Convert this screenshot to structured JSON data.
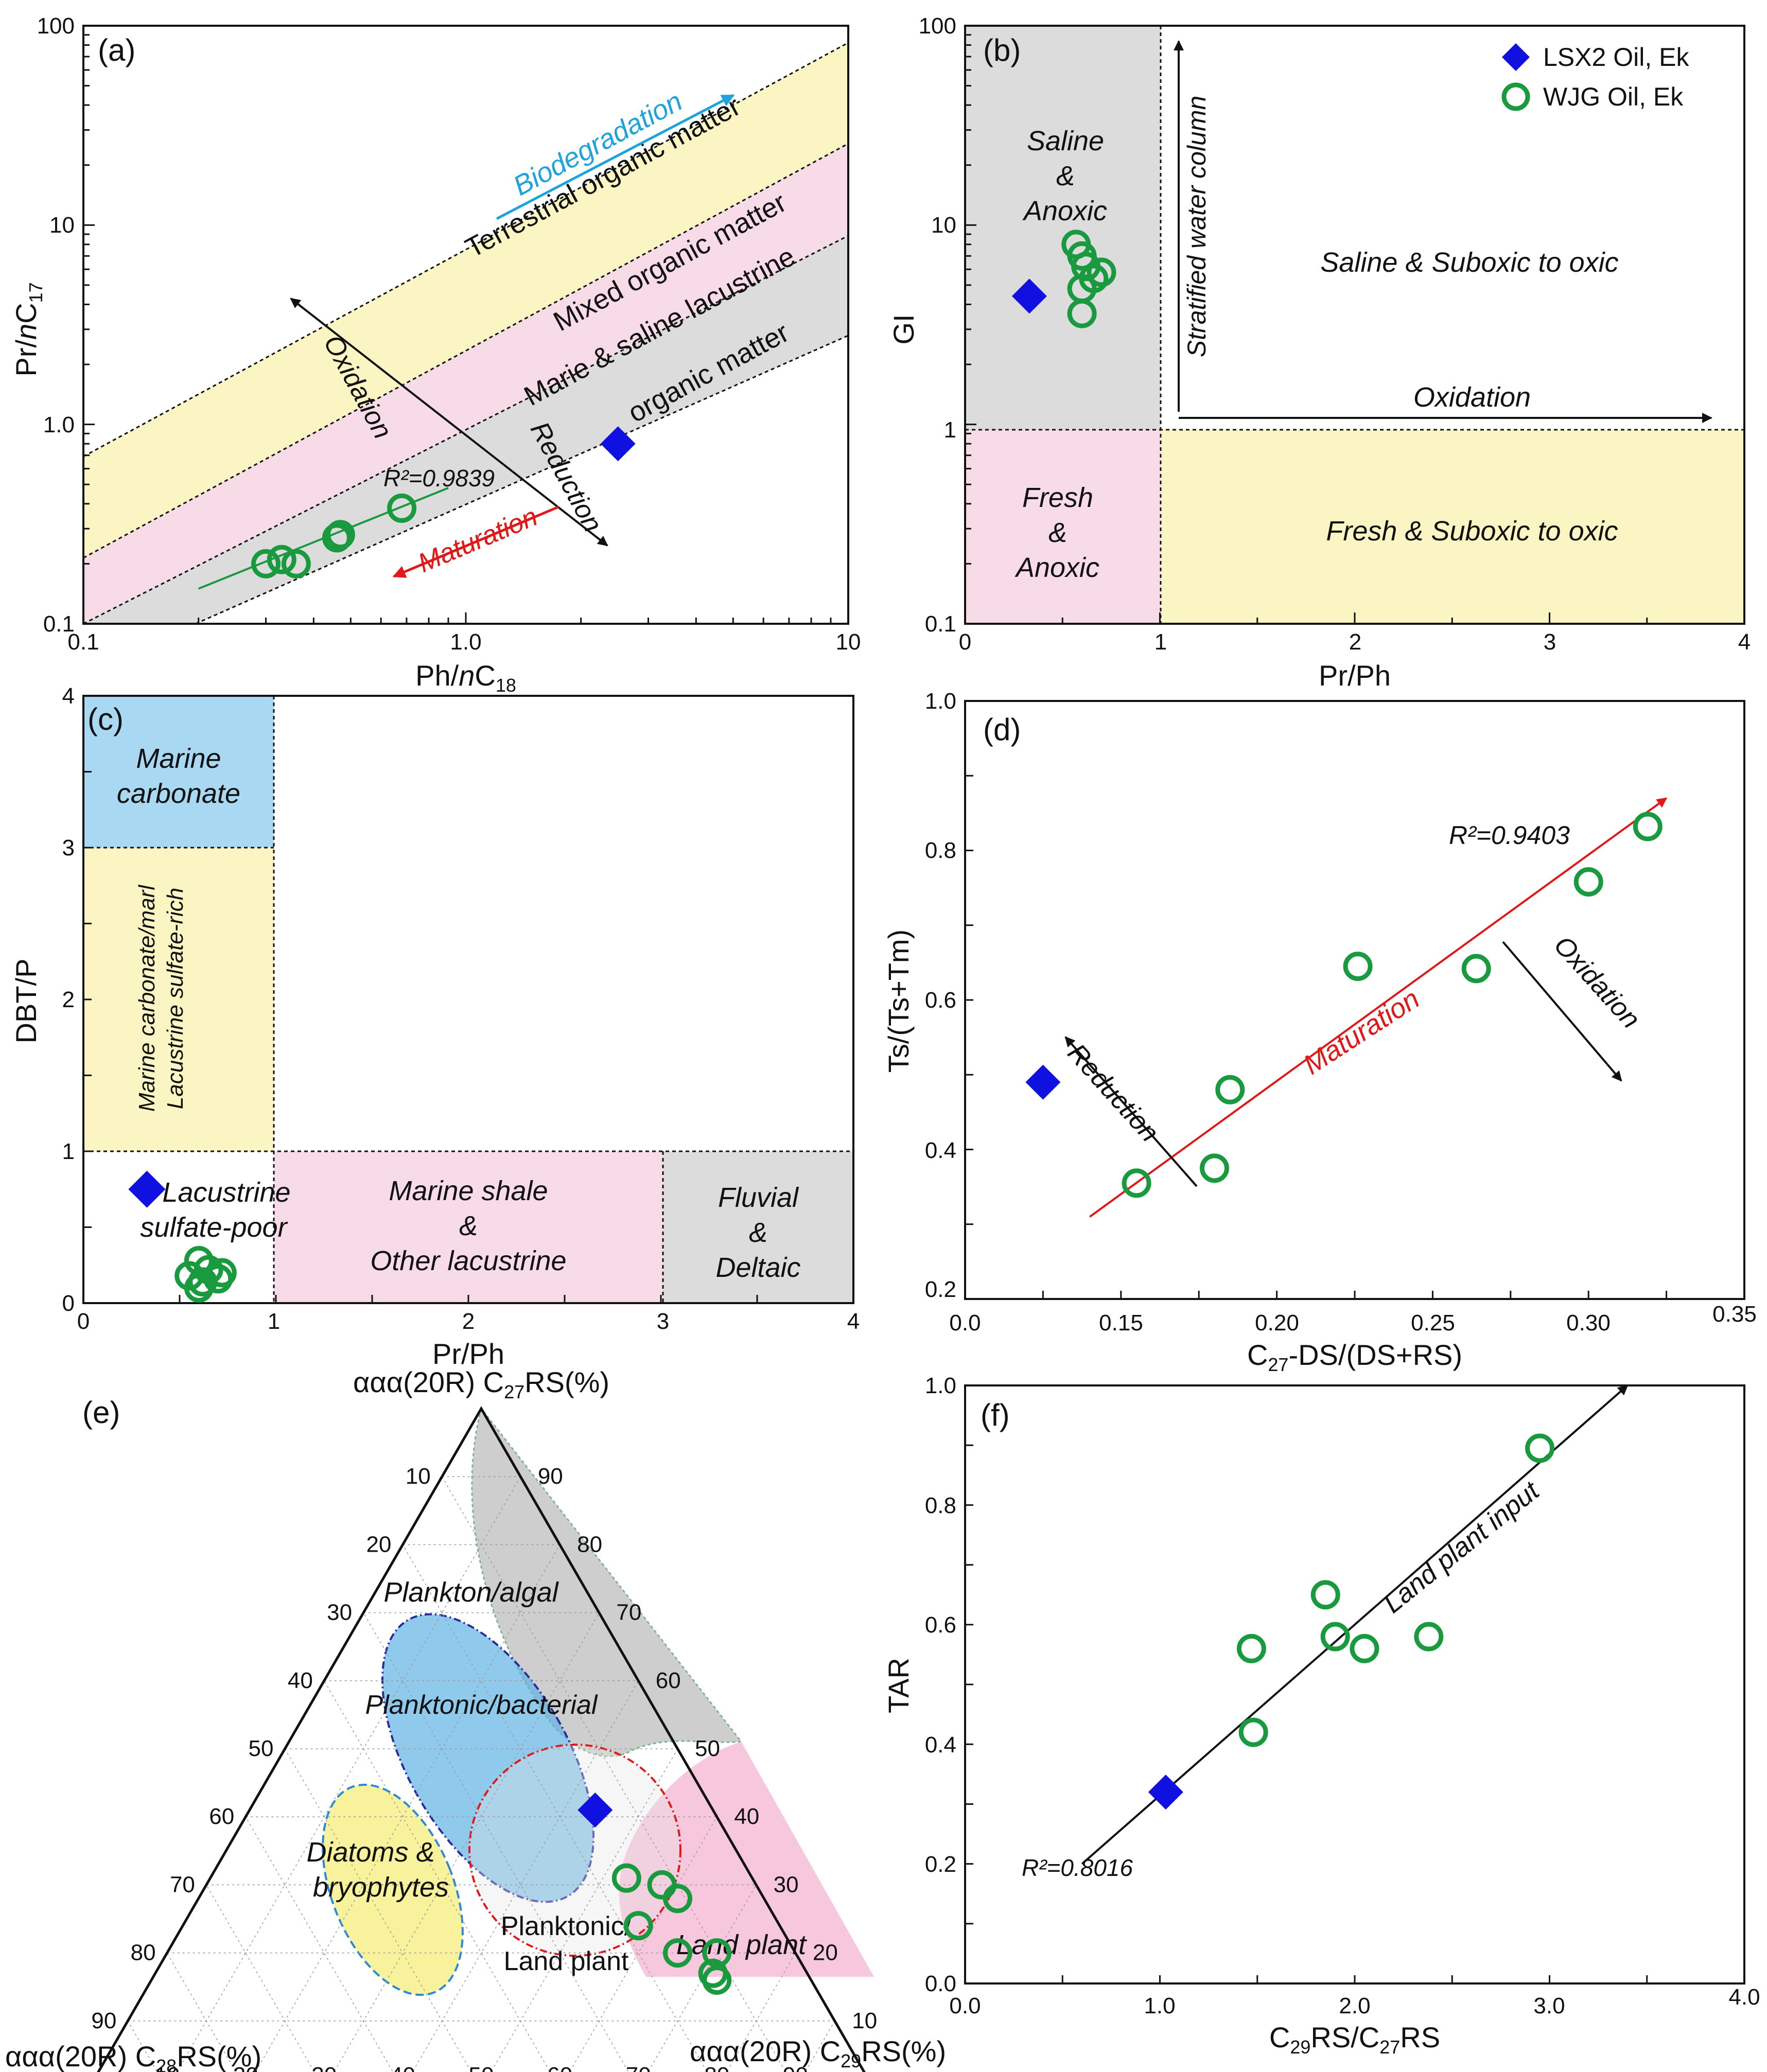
{
  "colors": {
    "yellow": "#fbf5c4",
    "pink": "#f7dbe6",
    "gray": "#dcdcdc",
    "blue": "#a9d8f2",
    "lsx2": "#1010e0",
    "wjg": "#1a9a3e",
    "biodeg": "#1fa3dd",
    "maturation": "#e01818"
  },
  "legend": {
    "lsx2": "LSX2 Oil, Ek",
    "wjg": "WJG Oil, Ek"
  },
  "panels": {
    "a": {
      "tag": "(a)",
      "xlabel": "Ph/nC18",
      "ylabel": "Pr/nC17",
      "r2": "R²=0.9839",
      "zones": {
        "terrestrial": "Terrestrial organic matter",
        "mixed": "Mixed organic matter",
        "marine1": "Marie & saline lacustrine",
        "marine2": "organic matter"
      },
      "arrows": {
        "biodegradation": "Biodegradation",
        "oxidation": "Oxidation",
        "reduction": "Reduction",
        "maturation": "Maturation"
      }
    },
    "b": {
      "tag": "(b)",
      "xlabel": "Pr/Ph",
      "ylabel": "GI",
      "zones": {
        "saline_anoxic": [
          "Saline",
          "&",
          "Anoxic"
        ],
        "saline_suboxic": "Saline & Suboxic to oxic",
        "fresh_anoxic": [
          "Fresh",
          "&",
          "Anoxic"
        ],
        "fresh_suboxic": "Fresh & Suboxic to oxic"
      },
      "arrows": {
        "stratified": "Stratified water column",
        "oxidation": "Oxidation"
      }
    },
    "c": {
      "tag": "(c)",
      "xlabel": "Pr/Ph",
      "ylabel": "DBT/P",
      "zones": {
        "marine_carbonate": [
          "Marine",
          "carbonate"
        ],
        "marl": [
          "Marine carbonate/marl",
          "Lacustrine sulfate-rich"
        ],
        "lacustrine_poor": [
          "Lacustrine",
          "sulfate-poor"
        ],
        "marine_shale": [
          "Marine shale",
          "&",
          "Other lacustrine"
        ],
        "fluvial": [
          "Fluvial",
          "&",
          "Deltaic"
        ]
      }
    },
    "d": {
      "tag": "(d)",
      "xlabel": "C27-DS/(DS+RS)",
      "ylabel": "Ts/(Ts+Tm)",
      "r2": "R²=0.9403",
      "arrows": {
        "maturation": "Maturation",
        "reduction": "Reduction",
        "oxidation": "Oxidation"
      }
    },
    "e": {
      "tag": "(e)",
      "apex_label": "ααα(20R) C27RS(%)",
      "left_label": "ααα(20R) C28RS(%)",
      "right_label": "ααα(20R) C29RS(%)",
      "zones": {
        "plankton_algal": "Plankton/algal",
        "planktonic_bacterial": "Planktonic/bacterial",
        "diatoms": [
          "Diatoms &",
          "bryophytes"
        ],
        "planktonic_land": [
          "Planktonic/",
          "Land plant"
        ],
        "land_plant": "Land plant"
      }
    },
    "f": {
      "tag": "(f)",
      "xlabel": "C29RS/C27RS",
      "ylabel": "TAR",
      "r2": "R²=0.8016",
      "arrows": {
        "land_plant_input": "Land plant input"
      }
    }
  },
  "chart_data": [
    {
      "panel": "a",
      "type": "scatter",
      "xscale": "log",
      "yscale": "log",
      "xlim": [
        0.1,
        10
      ],
      "ylim": [
        0.1,
        100
      ],
      "xticks": [
        "0.1",
        "1.0",
        "10"
      ],
      "yticks": [
        "0.1",
        "1.0",
        "10",
        "100"
      ],
      "series": [
        {
          "name": "LSX2 Oil, Ek",
          "points": [
            [
              2.5,
              0.8
            ]
          ]
        },
        {
          "name": "WJG Oil, Ek",
          "points": [
            [
              0.3,
              0.2
            ],
            [
              0.33,
              0.21
            ],
            [
              0.36,
              0.2
            ],
            [
              0.46,
              0.27
            ],
            [
              0.47,
              0.28
            ],
            [
              0.68,
              0.38
            ]
          ]
        }
      ],
      "trendline": [
        [
          0.2,
          0.15
        ],
        [
          0.9,
          0.48
        ]
      ]
    },
    {
      "panel": "b",
      "type": "scatter",
      "yscale": "log",
      "xlim": [
        0,
        4
      ],
      "ylim": [
        0.1,
        100
      ],
      "xticks": [
        "0",
        "1",
        "2",
        "3",
        "4"
      ],
      "yticks": [
        "0.1",
        "1",
        "10",
        "100"
      ],
      "series": [
        {
          "name": "LSX2 Oil, Ek",
          "points": [
            [
              0.33,
              4.4
            ]
          ]
        },
        {
          "name": "WJG Oil, Ek",
          "points": [
            [
              0.57,
              8.0
            ],
            [
              0.6,
              7.0
            ],
            [
              0.62,
              6.2
            ],
            [
              0.66,
              5.4
            ],
            [
              0.7,
              5.8
            ],
            [
              0.6,
              4.8
            ],
            [
              0.6,
              3.6
            ]
          ]
        }
      ]
    },
    {
      "panel": "c",
      "type": "scatter",
      "xlim": [
        0,
        4
      ],
      "ylim": [
        0,
        4
      ],
      "xticks": [
        "0",
        "1",
        "2",
        "3",
        "4"
      ],
      "yticks": [
        "0",
        "1",
        "2",
        "3",
        "4"
      ],
      "series": [
        {
          "name": "LSX2 Oil, Ek",
          "points": [
            [
              0.33,
              0.75
            ]
          ]
        },
        {
          "name": "WJG Oil, Ek",
          "points": [
            [
              0.55,
              0.18
            ],
            [
              0.6,
              0.28
            ],
            [
              0.65,
              0.22
            ],
            [
              0.72,
              0.2
            ],
            [
              0.6,
              0.1
            ],
            [
              0.7,
              0.16
            ],
            [
              0.62,
              0.14
            ]
          ]
        }
      ]
    },
    {
      "panel": "d",
      "type": "scatter",
      "xlim": [
        0.1,
        0.35
      ],
      "ylim": [
        0.2,
        1.0
      ],
      "xticks": [
        "0.0",
        "0.15",
        "0.20",
        "0.25",
        "0.30",
        "0.35"
      ],
      "yticks": [
        "0.2",
        "0.4",
        "0.6",
        "0.8",
        "1.0"
      ],
      "series": [
        {
          "name": "LSX2 Oil, Ek",
          "points": [
            [
              0.125,
              0.49
            ]
          ]
        },
        {
          "name": "WJG Oil, Ek",
          "points": [
            [
              0.155,
              0.355
            ],
            [
              0.18,
              0.375
            ],
            [
              0.185,
              0.48
            ],
            [
              0.226,
              0.645
            ],
            [
              0.264,
              0.642
            ],
            [
              0.3,
              0.758
            ],
            [
              0.319,
              0.832
            ]
          ]
        }
      ],
      "trendline": [
        [
          0.14,
          0.31
        ],
        [
          0.325,
          0.87
        ]
      ]
    },
    {
      "panel": "e",
      "type": "ternary",
      "axes": [
        "C27RS(%)",
        "C28RS(%)",
        "C29RS(%)"
      ],
      "ticks": [
        "10",
        "20",
        "30",
        "40",
        "50",
        "60",
        "70",
        "80",
        "90"
      ],
      "series": [
        {
          "name": "LSX2 Oil, Ek",
          "points": [
            [
              41,
              15,
              44
            ]
          ]
        },
        {
          "name": "WJG Oil, Ek",
          "points": [
            [
              31,
              16,
              53
            ],
            [
              30,
              12,
              58
            ],
            [
              28,
              11,
              61
            ],
            [
              24,
              18,
              58
            ],
            [
              20,
              15,
              65
            ],
            [
              20,
              10,
              70
            ],
            [
              17,
              12,
              71
            ],
            [
              16,
              12,
              72
            ]
          ]
        }
      ]
    },
    {
      "panel": "f",
      "type": "scatter",
      "xlim": [
        0,
        4.0
      ],
      "ylim": [
        0,
        1.0
      ],
      "xticks": [
        "0.0",
        "1.0",
        "2.0",
        "3.0",
        "4.0"
      ],
      "yticks": [
        "0.0",
        "0.2",
        "0.4",
        "0.6",
        "0.8",
        "1.0"
      ],
      "series": [
        {
          "name": "LSX2 Oil, Ek",
          "points": [
            [
              1.03,
              0.32
            ]
          ]
        },
        {
          "name": "WJG Oil, Ek",
          "points": [
            [
              1.47,
              0.56
            ],
            [
              1.48,
              0.42
            ],
            [
              1.85,
              0.65
            ],
            [
              1.9,
              0.58
            ],
            [
              2.05,
              0.56
            ],
            [
              2.38,
              0.58
            ],
            [
              2.95,
              0.895
            ]
          ]
        }
      ],
      "trendline": [
        [
          0.6,
          0.2
        ],
        [
          3.4,
          1.0
        ]
      ]
    }
  ]
}
